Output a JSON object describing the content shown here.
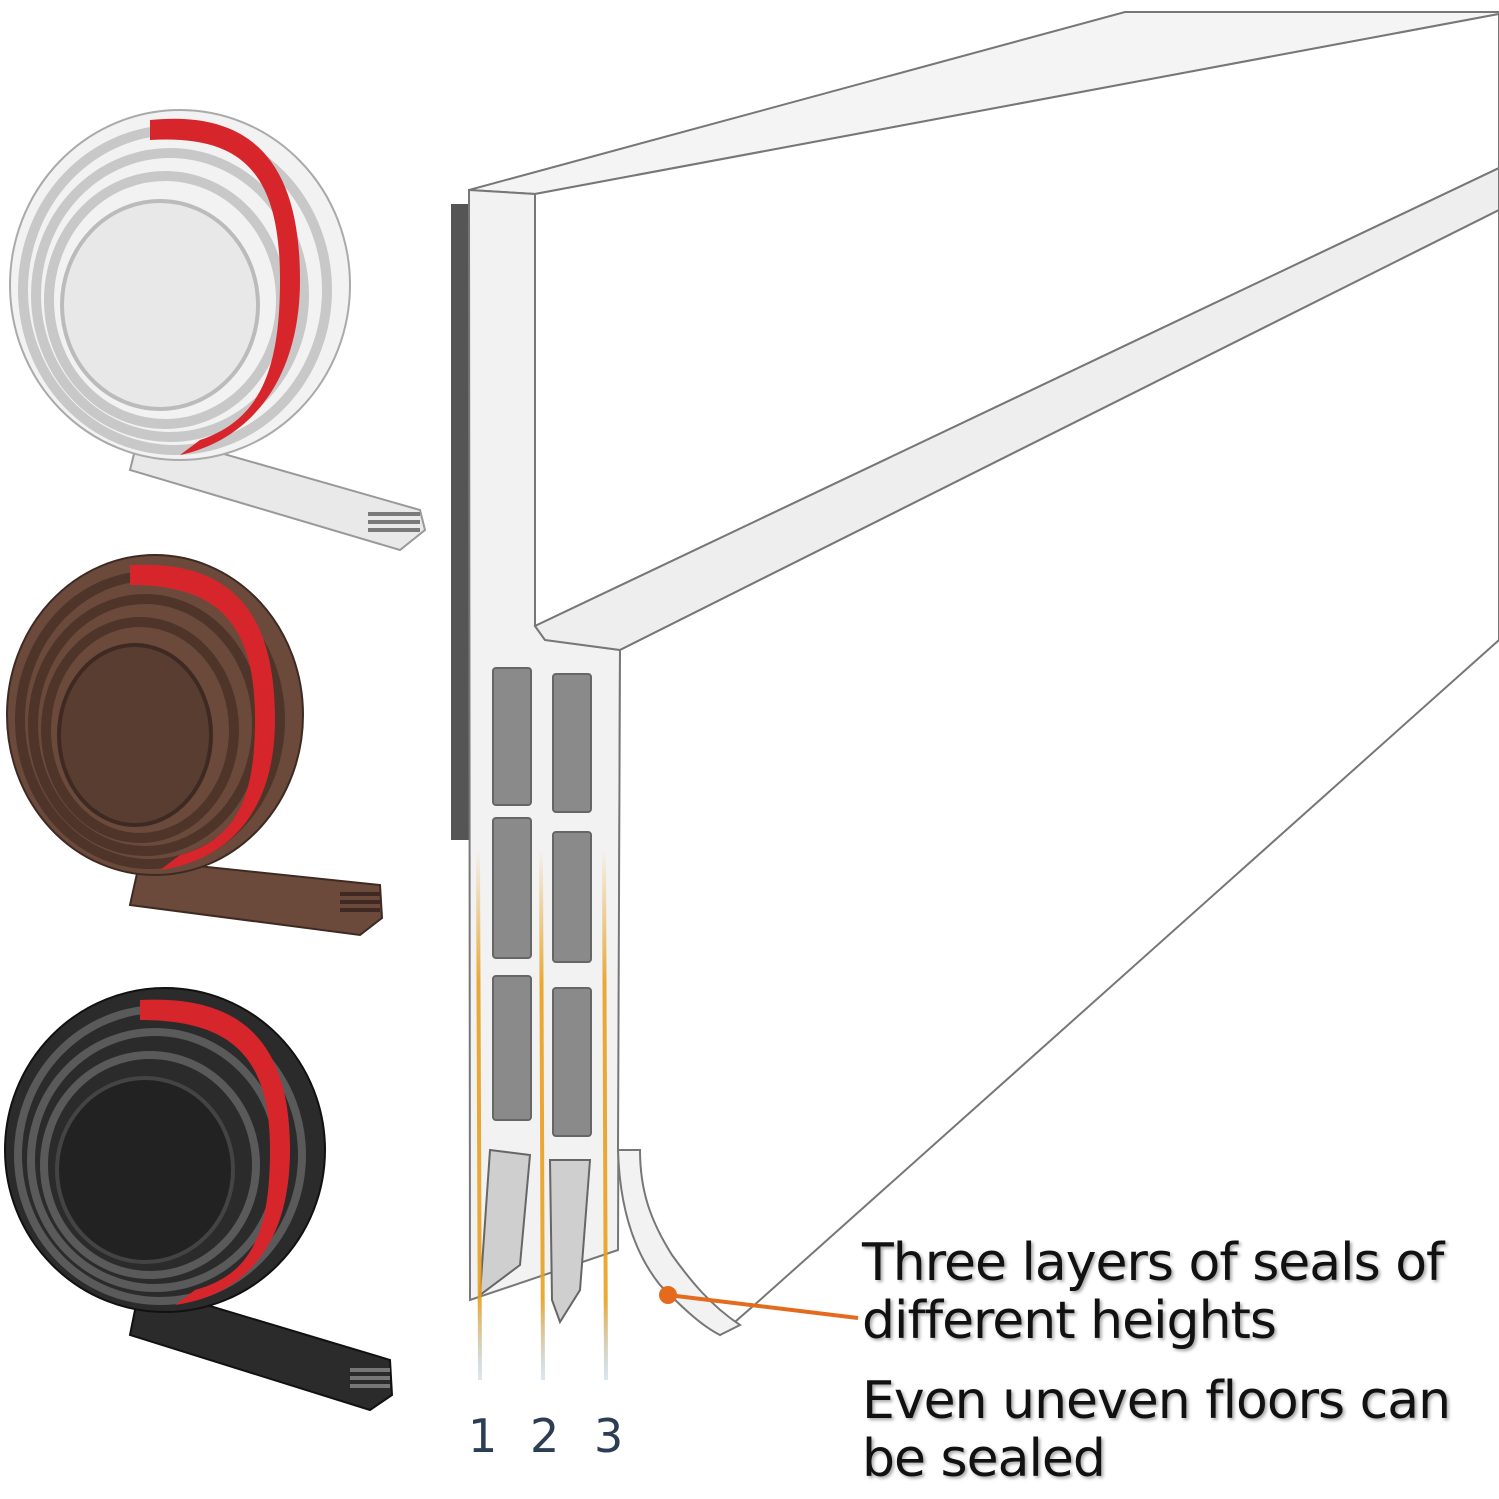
{
  "colors": {
    "strip_white": "#f2f2f2",
    "strip_brown": "#6b4a3c",
    "strip_black": "#2b2b2b",
    "adhesive_red": "#d6262c",
    "seal_gray": "#8a8a8a",
    "highlight_gold": "#e8a020",
    "callout_orange": "#e46a1e"
  },
  "products": [
    {
      "name": "white-strip-roll"
    },
    {
      "name": "brown-strip-roll"
    },
    {
      "name": "black-strip-roll"
    }
  ],
  "seal_layers": {
    "labels": [
      "1",
      "2",
      "3"
    ]
  },
  "callout": {
    "line1": "Three layers of seals of",
    "line2": "different heights",
    "line3": "Even uneven floors can",
    "line4": "be sealed"
  }
}
